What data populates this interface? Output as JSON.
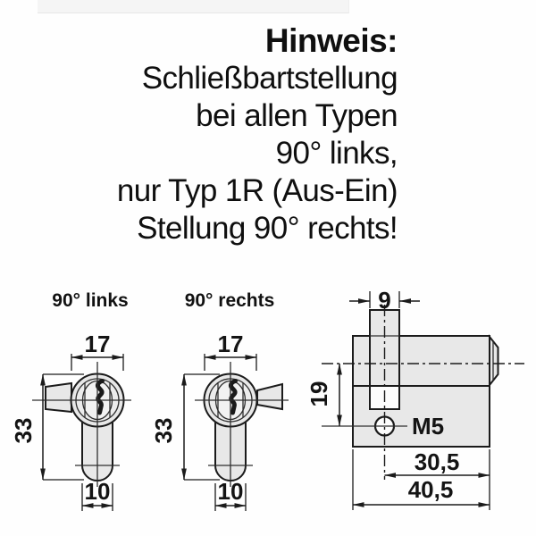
{
  "notice": {
    "title": "Hinweis:",
    "lines": [
      "Schließbartstellung",
      "bei allen Typen",
      "90° links,",
      "nur Typ 1R (Aus-Ein)",
      "Stellung 90° rechts!"
    ]
  },
  "diagrams": {
    "front_left": {
      "label": "90° links",
      "dim_width": "17",
      "dim_height": "33",
      "dim_foot": "10"
    },
    "front_right": {
      "label": "90° rechts",
      "dim_width": "17",
      "dim_height": "33",
      "dim_foot": "10"
    },
    "side": {
      "dim_cam_width": "9",
      "dim_hole_offset": "19",
      "thread": "M5",
      "dim_to_hole": "30,5",
      "dim_total": "40,5"
    }
  },
  "colors": {
    "line": "#1b1b1b",
    "fill": "#e8e8e8",
    "text": "#111111",
    "background": "#ffffff"
  }
}
